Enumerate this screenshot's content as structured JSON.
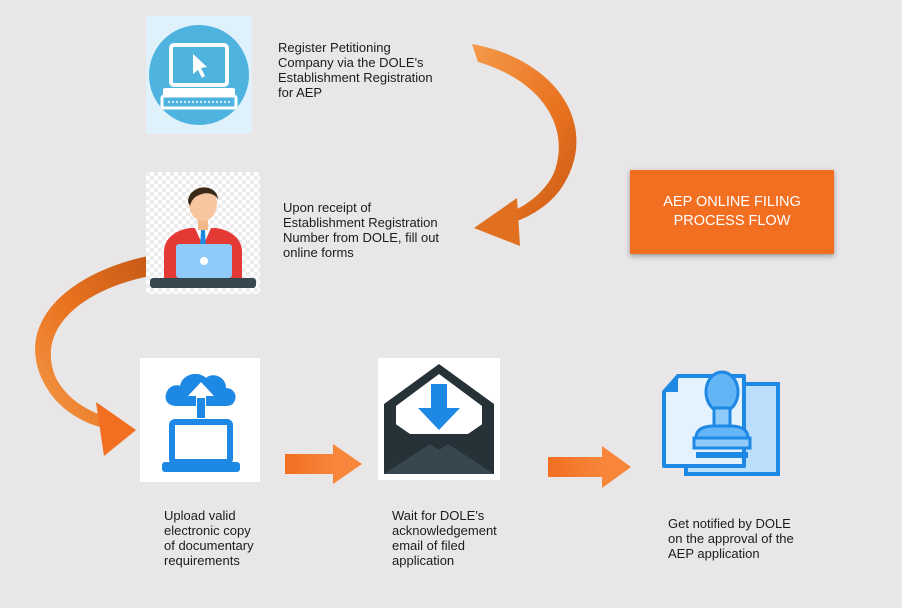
{
  "title": "AEP ONLINE FILING\nPROCESS FLOW",
  "steps": [
    {
      "text": "Register Petitioning\nCompany via the DOLE's\nEstablishment Registration\nfor AEP",
      "icon": "laptop-cursor-icon"
    },
    {
      "text": "Upon receipt of\nEstablishment Registration\nNumber from DOLE, fill out\nonline forms",
      "icon": "person-at-laptop-icon"
    },
    {
      "text": "Upload valid\nelectronic copy\nof documentary\nrequirements",
      "icon": "cloud-upload-laptop-icon"
    },
    {
      "text": "Wait for DOLE's\nacknowledgement\nemail of filed\napplication",
      "icon": "envelope-download-icon"
    },
    {
      "text": "Get notified by DOLE\non the approval of the\nAEP application",
      "icon": "stamp-approval-icon"
    }
  ],
  "colors": {
    "background": "#e8e6e6",
    "accent": "#f26f21",
    "icon_blue": "#1e88e5",
    "icon_teal": "#29b6f6",
    "envelope": "#263238"
  }
}
